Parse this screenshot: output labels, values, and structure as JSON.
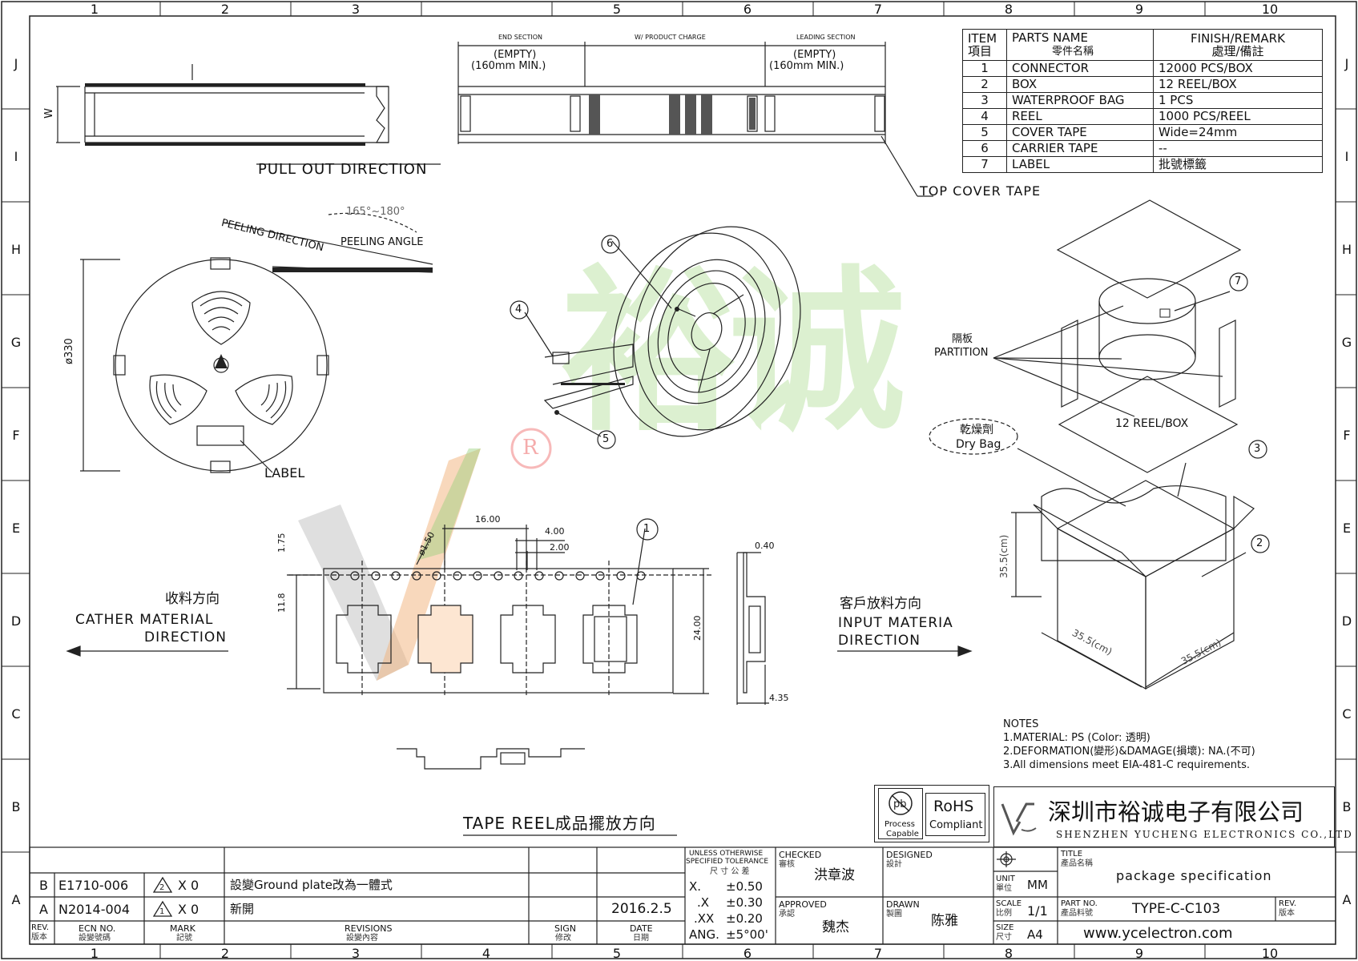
{
  "grid": {
    "columns": [
      "1",
      "2",
      "3",
      "4",
      "5",
      "6",
      "7",
      "8",
      "9",
      "10"
    ],
    "rows": [
      "J",
      "I",
      "H",
      "G",
      "F",
      "E",
      "D",
      "C",
      "B",
      "A"
    ]
  },
  "top_diagram": {
    "end_section": "END SECTION",
    "product_charge": "W/ PRODUCT CHARGE",
    "leading_section": "LEADING SECTION",
    "empty_left": "(EMPTY)",
    "min_left": "(160mm MIN.)",
    "empty_right": "(EMPTY)",
    "min_right": "(160mm MIN.)",
    "w_label": "W",
    "pull_out": "PULL OUT DIRECTION",
    "top_cover": "TOP COVER TAPE"
  },
  "parts_table": {
    "headers": {
      "item": "ITEM",
      "item_cn": "項目",
      "name": "PARTS NAME",
      "name_cn": "零件名稱",
      "finish": "FINISH/REMARK",
      "finish_cn": "處理/備註"
    },
    "rows": [
      {
        "item": "1",
        "name": "CONNECTOR",
        "remark": "12000 PCS/BOX"
      },
      {
        "item": "2",
        "name": "BOX",
        "remark": "12 REEL/BOX"
      },
      {
        "item": "3",
        "name": "WATERPROOF BAG",
        "remark": "1 PCS"
      },
      {
        "item": "4",
        "name": "REEL",
        "remark": "1000 PCS/REEL"
      },
      {
        "item": "5",
        "name": "COVER TAPE",
        "remark": "Wide=24mm"
      },
      {
        "item": "6",
        "name": "CARRIER TAPE",
        "remark": "--"
      },
      {
        "item": "7",
        "name": "LABEL",
        "remark": "批號標籤"
      }
    ]
  },
  "reel_view": {
    "peeling_direction": "PEELING DIRECTION",
    "peeling_angle": "PEELING ANGLE",
    "angle_range": "165°~180°",
    "diameter": "ø330",
    "label": "LABEL"
  },
  "callouts": {
    "c1": "1",
    "c2": "2",
    "c3": "3",
    "c4": "4",
    "c5": "5",
    "c6": "6",
    "c7": "7"
  },
  "box_view": {
    "partition_cn": "隔板",
    "partition": "PARTITION",
    "reels_per_box": "12 REEL/BOX",
    "dry_bag_cn": "乾燥劑",
    "dry_bag": "Dry Bag",
    "dim_h": "35.5(cm)",
    "dim_w1": "35.5(cm)",
    "dim_w2": "35.5(cm)"
  },
  "tape_dims": {
    "d_16": "16.00",
    "d_4": "4.00",
    "d_2": "2.00",
    "d_175": "1.75",
    "d_hole": "ø1.50",
    "d_118": "11.8",
    "d_24": "24.00",
    "d_040": "0.40",
    "d_435": "4.35"
  },
  "directions": {
    "collect_cn": "收料方向",
    "collect_1": "CATHER MATERIAL",
    "collect_2": "DIRECTION",
    "input_cn": "客戶放料方向",
    "input_1": "INPUT MATERIA",
    "input_2": "DIRECTION",
    "tape_reel_title": "TAPE REEL成品擺放方向"
  },
  "notes": {
    "title": "NOTES",
    "n1": "1.MATERIAL: PS (Color: 透明)",
    "n2": "2.DEFORMATION(變形)&DAMAGE(損壞): NA.(不可)",
    "n3": "3.All dimensions meet EIA-481-C requirements."
  },
  "compliance": {
    "pb_1": "Process",
    "pb_2": "Capable",
    "rohs": "RoHS",
    "compliant": "Compliant"
  },
  "company": {
    "name_cn": "深圳市裕诚电子有限公司",
    "name_en": "SHENZHEN YUCHENG ELECTRONICS CO.,LTD"
  },
  "watermark": {
    "text": "裕诚",
    "mark": "R"
  },
  "revisions": [
    {
      "rev": "B",
      "ecn": "E1710-006",
      "mark": "2",
      "mark_x": "X 0",
      "desc": "設變Ground plate改為一體式",
      "sign": "",
      "date": ""
    },
    {
      "rev": "A",
      "ecn": "N2014-004",
      "mark": "1",
      "mark_x": "X 0",
      "desc": "新開",
      "sign": "",
      "date": "2016.2.5"
    }
  ],
  "rev_headers": {
    "rev": "REV.",
    "rev_cn": "版本",
    "ecn": "ECN NO.",
    "ecn_cn": "設變號碼",
    "mark": "MARK",
    "mark_cn": "記號",
    "revisions": "REVISIONS",
    "revisions_cn": "設變內容",
    "sign": "SIGN",
    "sign_cn": "修改",
    "date": "DATE",
    "date_cn": "日期"
  },
  "tolerance": {
    "title_1": "UNLESS OTHERWISE",
    "title_2": "SPECIFIED TOLERANCE",
    "title_cn": "尺 寸 公 差",
    "r1_k": "X.",
    "r1_v": "±0.50",
    "r2_k": ".X",
    "r2_v": "±0.30",
    "r3_k": ".XX",
    "r3_v": "±0.20",
    "r4_k": "ANG.",
    "r4_v": "±5°00'"
  },
  "signoff": {
    "checked": "CHECKED",
    "checked_cn": "審核",
    "checked_by": "洪章波",
    "designed": "DESIGNED",
    "designed_cn": "設計",
    "approved": "APPROVED",
    "approved_cn": "承認",
    "approved_by": "魏杰",
    "drawn": "DRAWN",
    "drawn_cn": "製圖",
    "drawn_by": "陈雅"
  },
  "title_block": {
    "unit_label": "UNIT",
    "unit_cn": "單位",
    "unit": "MM",
    "scale_label": "SCALE",
    "scale_cn": "比例",
    "scale": "1/1",
    "size_label": "SIZE",
    "size_cn": "尺寸",
    "size": "A4",
    "title_label": "TITLE",
    "title_cn": "產品名稱",
    "title": "package specification",
    "part_label": "PART NO.",
    "part_cn": "產品料號",
    "part_no": "TYPE-C-C103",
    "rev_label": "REV.",
    "rev_cn": "版本",
    "website": "www.ycelectron.com"
  }
}
